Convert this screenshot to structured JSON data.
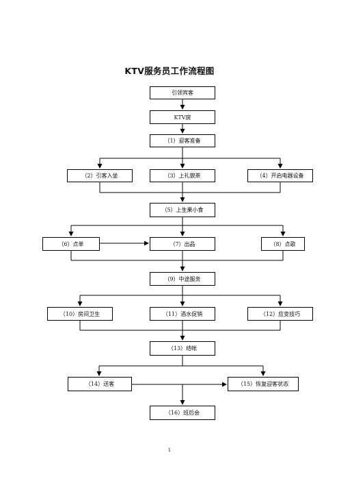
{
  "document": {
    "title": "KTV服务员工作流程图",
    "page_number": "1"
  },
  "flow": {
    "n1": "引领宾客",
    "n2": "KTV房",
    "n3": "（1）迎客准备",
    "n4": "（2）引客入坐",
    "n5": "（3）上礼貌茶",
    "n6": "（4）开启电器设备",
    "n7": "（5）上生果小食",
    "n8": "（6）点单",
    "n9": "（7）出品",
    "n10": "（8）点歌",
    "n11": "（9）中途服务",
    "n12": "（10）房间卫生",
    "n13": "（11）酒水促销",
    "n14": "（12）应变技巧",
    "n15": "（13）结帐",
    "n16": "（14）送客",
    "n17": "（15）恢复迎客状态",
    "n18": "（16）班后会"
  }
}
